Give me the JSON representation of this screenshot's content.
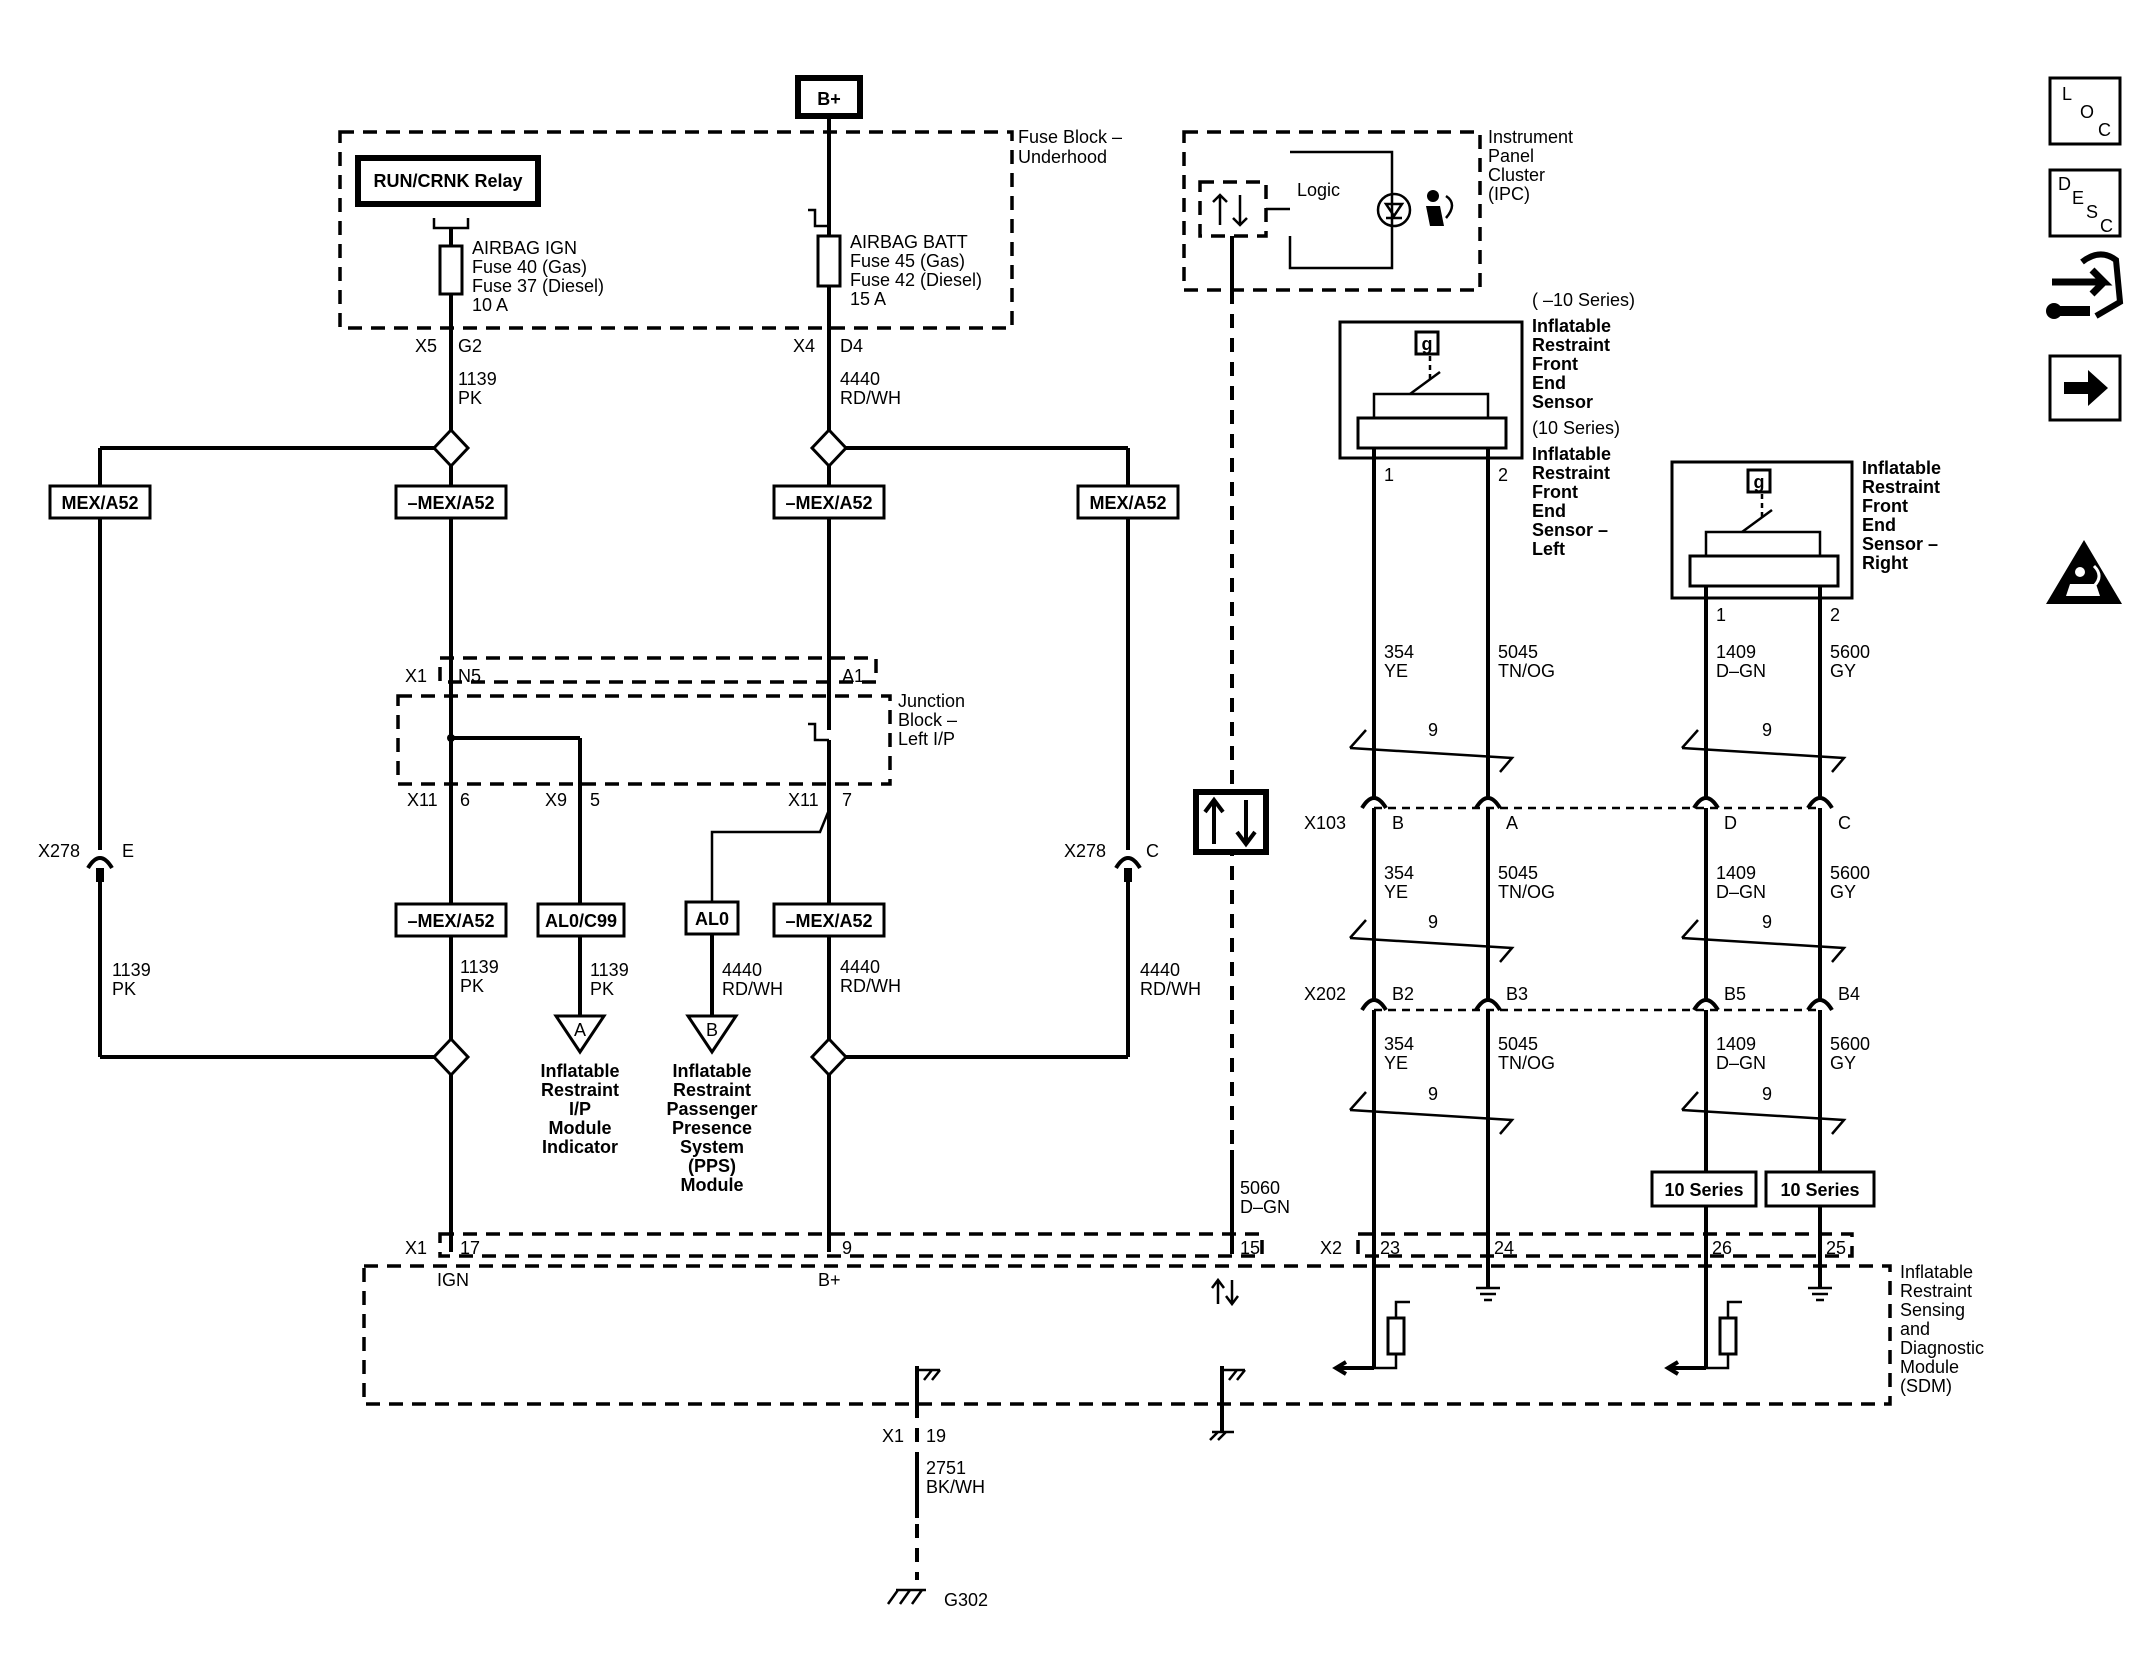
{
  "power": {
    "bplus": "B+"
  },
  "fuse_block": {
    "title_line1": "Fuse Block –",
    "title_line2": "Underhood",
    "relay": "RUN/CRNK Relay",
    "fuse_ign": [
      "AIRBAG IGN",
      "Fuse 40 (Gas)",
      "Fuse 37 (Diesel)",
      "10 A"
    ],
    "fuse_batt": [
      "AIRBAG BATT",
      "Fuse 45 (Gas)",
      "Fuse 42 (Diesel)",
      "15 A"
    ],
    "conn_ign": [
      "X5",
      "G2"
    ],
    "conn_batt": [
      "X4",
      "D4"
    ]
  },
  "wires": {
    "ign_top": [
      "1139",
      "PK"
    ],
    "batt_top": [
      "4440",
      "RD/WH"
    ],
    "ign_left": [
      "1139",
      "PK"
    ],
    "ign_mid": [
      "1139",
      "PK"
    ],
    "ign_ind": [
      "1139",
      "PK"
    ],
    "batt_pps": [
      "4440",
      "RD/WH"
    ],
    "batt_mid": [
      "4440",
      "RD/WH"
    ],
    "batt_right": [
      "4440",
      "RD/WH"
    ],
    "dgn": [
      "5060",
      "D–GN"
    ],
    "ground": [
      "2751",
      "BK/WH"
    ]
  },
  "options": {
    "mex1": "MEX/A52",
    "nmex1": "–MEX/A52",
    "nmex2": "–MEX/A52",
    "mex2": "MEX/A52",
    "nmex3": "–MEX/A52",
    "alc99": "AL0/C99",
    "al0": "AL0",
    "nmex4": "–MEX/A52",
    "series1": "10 Series",
    "series2": "10 Series"
  },
  "junction_block": {
    "title": [
      "Junction",
      "Block –",
      "Left I/P"
    ],
    "x1": "X1",
    "n5": "N5",
    "a1": "A1",
    "x11a": "X11",
    "p6": "6",
    "x9": "X9",
    "p5": "5",
    "x11b": "X11",
    "p7": "7"
  },
  "x278": {
    "left": "X278",
    "left_pin": "E",
    "right": "X278",
    "right_pin": "C"
  },
  "offpage": {
    "a_letter": "A",
    "a_label": [
      "Inflatable",
      "Restraint",
      "I/P",
      "Module",
      "Indicator"
    ],
    "b_letter": "B",
    "b_label": [
      "Inflatable",
      "Restraint",
      "Passenger",
      "Presence",
      "System",
      "(PPS)",
      "Module"
    ]
  },
  "ipc": {
    "title": [
      "Instrument",
      "Panel",
      "Cluster",
      "(IPC)"
    ],
    "logic": "Logic"
  },
  "sensor_left": {
    "series_a": "( –10 Series)",
    "title_a": [
      "Inflatable",
      "Restraint",
      "Front",
      "End",
      "Sensor"
    ],
    "series_b": "(10 Series)",
    "title_b": [
      "Inflatable",
      "Restraint",
      "Front",
      "End",
      "Sensor –",
      "Left"
    ],
    "g": "g",
    "pin1": "1",
    "pin2": "2"
  },
  "sensor_right": {
    "title": [
      "Inflatable",
      "Restraint",
      "Front",
      "End",
      "Sensor –",
      "Right"
    ],
    "g": "g",
    "pin1": "1",
    "pin2": "2"
  },
  "sensor_wires": {
    "w1": [
      "354",
      "YE"
    ],
    "w2": [
      "5045",
      "TN/OG"
    ],
    "w3": [
      "1409",
      "D–GN"
    ],
    "w4": [
      "5600",
      "GY"
    ],
    "twist": "9"
  },
  "x103": {
    "name": "X103",
    "pins": [
      "B",
      "A",
      "D",
      "C"
    ]
  },
  "x202": {
    "name": "X202",
    "pins": [
      "B2",
      "B3",
      "B5",
      "B4"
    ]
  },
  "sdm": {
    "title": [
      "Inflatable",
      "Restraint",
      "Sensing",
      "and",
      "Diagnostic",
      "Module",
      "(SDM)"
    ],
    "x1": "X1",
    "p17": "17",
    "ign": "IGN",
    "p9": "9",
    "bplus": "B+",
    "p15": "15",
    "x2": "X2",
    "p23": "23",
    "p24": "24",
    "p26": "26",
    "p25": "25",
    "gx1": "X1",
    "p19": "19"
  },
  "ground": {
    "name": "G302"
  },
  "sidebar": [
    {
      "name": "loc-icon",
      "glyph": "LOC"
    },
    {
      "name": "desc-icon",
      "glyph": "DESC"
    },
    {
      "name": "connector-tool-icon",
      "glyph": "tool"
    },
    {
      "name": "next-arrow-icon",
      "glyph": "arrow"
    }
  ],
  "warning": {
    "name": "airbag-warning-icon"
  }
}
